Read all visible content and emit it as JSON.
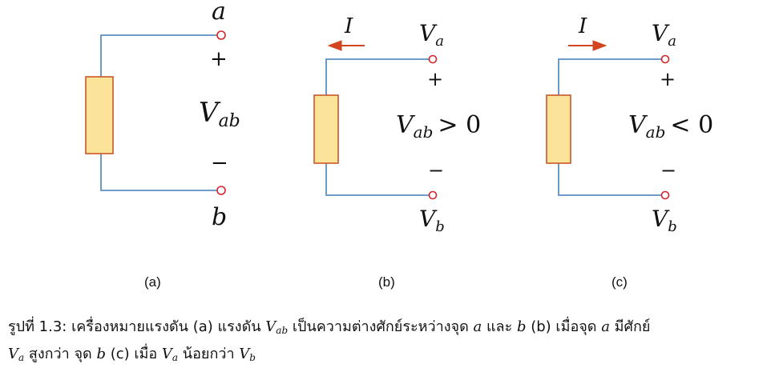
{
  "panel_a": {
    "top_terminal": "a",
    "bottom_terminal": "b",
    "plus": "+",
    "minus": "−",
    "voltage_main": "V",
    "voltage_sub": "ab",
    "label": "(a)"
  },
  "panel_b": {
    "current": "I",
    "top_main": "V",
    "top_sub": "a",
    "bottom_main": "V",
    "bottom_sub": "b",
    "plus": "+",
    "minus": "−",
    "voltage_main": "V",
    "voltage_sub": "ab",
    "relation": "> 0",
    "label": "(b)"
  },
  "panel_c": {
    "current": "I",
    "top_main": "V",
    "top_sub": "a",
    "bottom_main": "V",
    "bottom_sub": "b",
    "plus": "+",
    "minus": "−",
    "voltage_main": "V",
    "voltage_sub": "ab",
    "relation": "< 0",
    "label": "(c)"
  },
  "caption": {
    "t1": "รูปที่ 1.3: เครื่องหมายแรงดัน (a) แรงดัน ",
    "v1": "V",
    "v1_sub": "ab",
    "t2": " เป็นความต่างศักย์ระหว่างจุด ",
    "a1": "a",
    "t3": " และ ",
    "b1": "b",
    "t4": " (b) เมื่อจุด ",
    "a2": "a",
    "t5": " มีศักย์",
    "v2": "V",
    "v2_sub": "a",
    "t6": " สูงกว่า จุด ",
    "b2": "b",
    "t7": " (c) เมื่อ ",
    "v3": "V",
    "v3_sub": "a",
    "t8": " น้อยกว่า ",
    "v4": "V",
    "v4_sub": "b"
  }
}
